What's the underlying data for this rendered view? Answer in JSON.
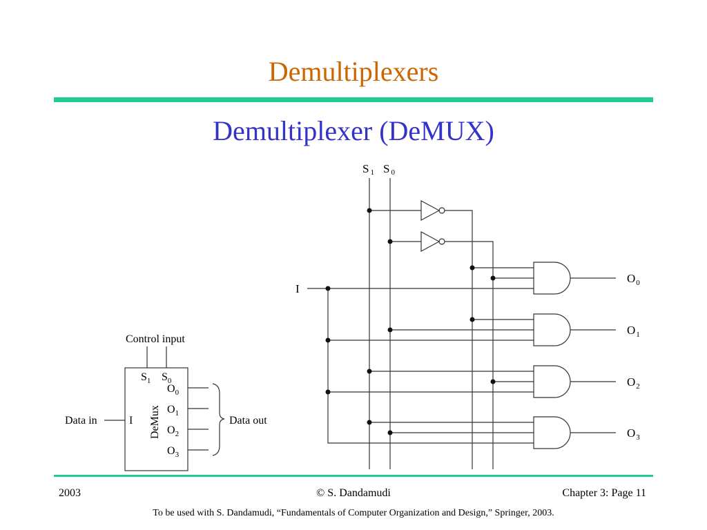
{
  "slide": {
    "title": "Demultiplexers",
    "subtitle": "Demultiplexer (DeMUX)"
  },
  "block_diagram": {
    "control_label": "Control input",
    "select_inputs": [
      "S",
      "S"
    ],
    "select_subscripts": [
      "1",
      "0"
    ],
    "data_in_label": "Data in",
    "data_in_pin": "I",
    "device_name": "DeMux",
    "outputs": [
      "O",
      "O",
      "O",
      "O"
    ],
    "output_subscripts": [
      "0",
      "1",
      "2",
      "3"
    ],
    "data_out_label": "Data out"
  },
  "circuit": {
    "select_labels": [
      "S",
      "S"
    ],
    "select_subscripts": [
      "1",
      "0"
    ],
    "input_label": "I",
    "output_labels": [
      "O",
      "O",
      "O",
      "O"
    ],
    "output_subscripts": [
      "0",
      "1",
      "2",
      "3"
    ]
  },
  "footer": {
    "year": "2003",
    "author": "© S. Dandamudi",
    "page": "Chapter 3: Page 11",
    "credit": "To be used with S. Dandamudi, “Fundamentals of Computer Organization and Design,” Springer, 2003."
  },
  "colors": {
    "title": "#cc6600",
    "subtitle": "#3333cc",
    "rule": "#1fcc98",
    "line": "#333333"
  }
}
